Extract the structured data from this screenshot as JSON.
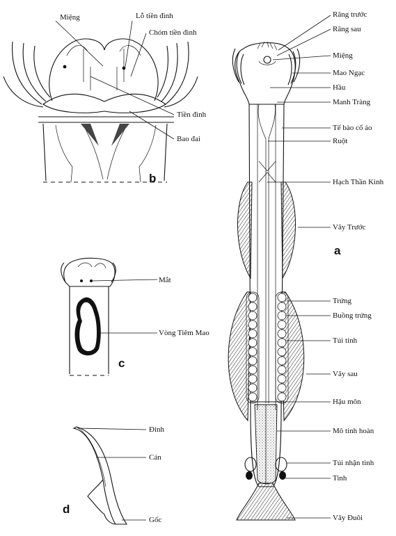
{
  "figure": {
    "panels": {
      "a": "a",
      "b": "b",
      "c": "c",
      "d": "d"
    },
    "labels_a": {
      "rang_truoc": "Răng trước",
      "rang_sau": "Răng sau",
      "mieng": "Miệng",
      "mao_ngac": "Mao Ngạc",
      "hau": "Hầu",
      "manh_trang": "Manh Tràng",
      "te_bao_co_ao": "Tế bào cổ áo",
      "ruot": "Ruột",
      "hach_than_kinh": "Hạch Thần Kinh",
      "vay_truoc": "Vây Trước",
      "trung": "Trứng",
      "buong_trung": "Buồng trứng",
      "tui_tinh": "Túi tinh",
      "vay_sau": "Vây sau",
      "hau_mon": "Hậu môn",
      "mo_tinh_hoan": "Mô tinh hoàn",
      "tui_nhan_tinh": "Túi nhận tinh",
      "tinh": "Tinh",
      "vay_duoi": "Vây Đuôi"
    },
    "labels_b": {
      "mieng": "Miệng",
      "lo_tien_dinh": "Lỗ tiền đình",
      "chom_tien_dinh": "Chóm tiền đình",
      "tien_dinh": "Tiền đình",
      "bao_dai": "Bao đai"
    },
    "labels_c": {
      "mat": "Mắt",
      "vong_tiem_mao": "Vòng Tiêm Mao"
    },
    "labels_d": {
      "dinh": "Đỉnh",
      "can": "Cán",
      "goc": "Gốc"
    }
  }
}
